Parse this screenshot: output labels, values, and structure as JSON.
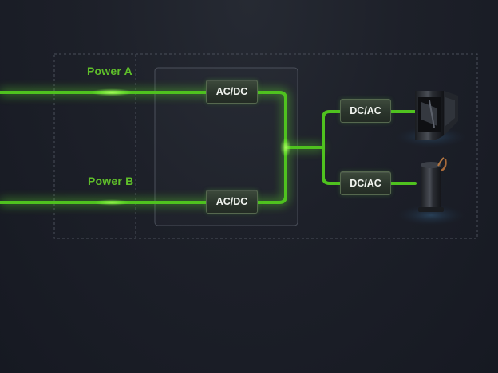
{
  "inputs": {
    "power_a": "Power A",
    "power_b": "Power B"
  },
  "converters": {
    "rectifier_top": "AC/DC",
    "rectifier_bottom": "AC/DC",
    "inverter_top": "DC/AC",
    "inverter_bottom": "DC/AC"
  },
  "loads": {
    "top": "fan-unit",
    "bottom": "compressor-unit"
  },
  "colors": {
    "line": "#4fc21f",
    "line_glow": "#7dff3a",
    "label": "#5fbf2a",
    "background": "#1d2029"
  }
}
